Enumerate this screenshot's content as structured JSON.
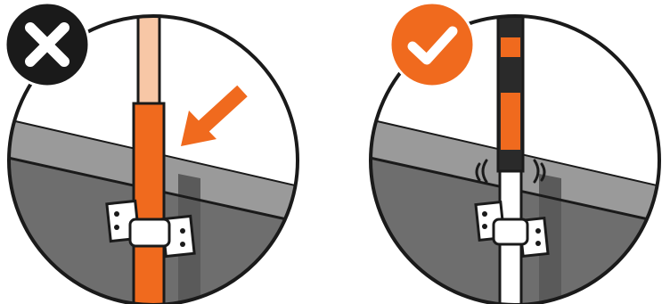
{
  "panels": [
    {
      "id": "incorrect",
      "status": "incorrect",
      "badge_icon": "x-mark-icon",
      "badge_color": "#1a1a1a",
      "indicator_icon": "arrow-pointer-icon",
      "indicator_color": "#f06a1e",
      "pipe_colors": {
        "upper": "#f7c7a6",
        "lower": "#f06a1e"
      }
    },
    {
      "id": "correct",
      "status": "correct",
      "badge_icon": "checkmark-icon",
      "badge_color": "#f06a1e",
      "indicator_icon": "vibration-lines-icon",
      "indicator_color": "#1a1a1a",
      "pipe_colors": {
        "marker_dark": "#2a2a2a",
        "marker_orange": "#f06a1e",
        "lower": "#ffffff"
      }
    }
  ],
  "colors": {
    "outline": "#1a1a1a",
    "wall_top": "#9a9a9a",
    "wall_face": "#6e6e6e",
    "clip": "#ffffff"
  }
}
